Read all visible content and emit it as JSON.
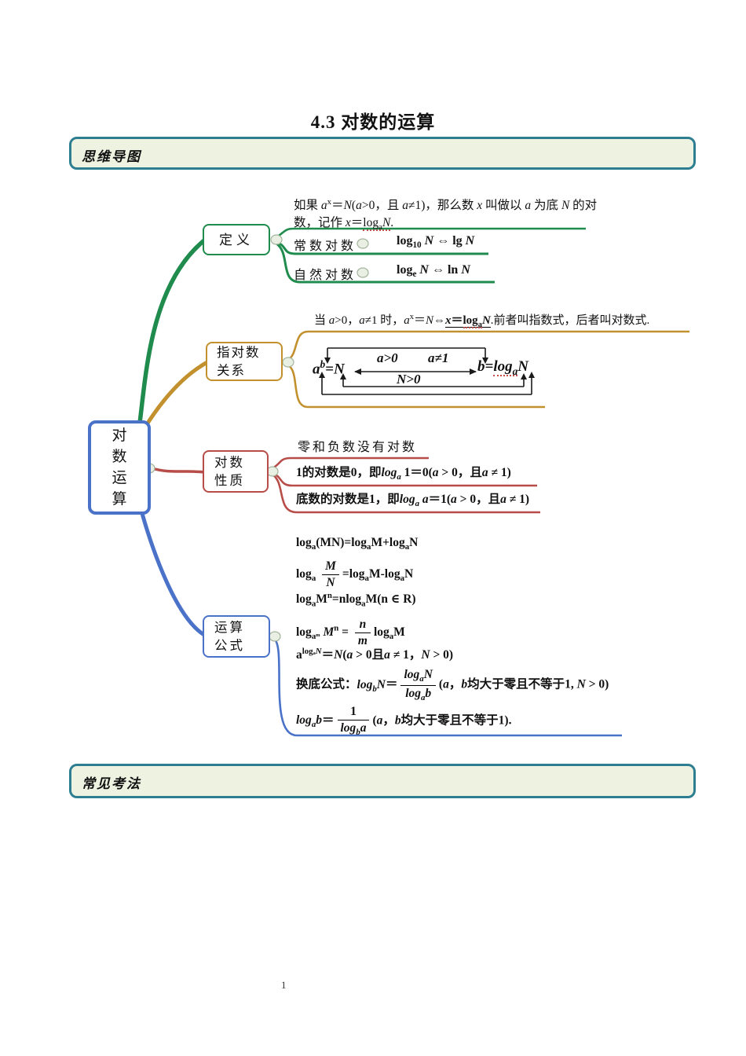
{
  "page": {
    "title": "4.3 对数的运算",
    "page_number": "1"
  },
  "sections": {
    "mindmap_header": "思维导图",
    "common_methods_header": "常见考法"
  },
  "colors": {
    "definition_branch": "#1f8b4d",
    "exp_log_branch": "#c2912e",
    "properties_branch": "#b74c48",
    "formulas_branch": "#4a72c8",
    "root_border": "#4a72c8",
    "section_border": "#2e7e92",
    "section_background": "#eef2e1"
  },
  "mindmap": {
    "root_label": "对数运算",
    "branches": {
      "definition": {
        "label": "定义",
        "intro_html": "如果 <i>a</i><sup>x</sup>＝<i>N</i>(<i>a</i>>0，且 <i>a</i>≠1)，那么数 <i>x</i> 叫做以 <i>a</i> 为底 <i>N</i> 的对数，记作 <i>x</i>＝<span class='du'>log<sub>a</sub><i>N</i></span>.",
        "items": [
          {
            "label": "常数对数",
            "formula_html": "log<sub>10</sub> <i>N</i> ⇔ lg <i>N</i>"
          },
          {
            "label": "自然对数",
            "formula_html": "log<sub>e</sub> <i>N</i> ⇔ ln <i>N</i>"
          }
        ]
      },
      "exp_log_relation": {
        "label": "指对数关系",
        "intro_html": "当 <i>a</i>>0，<i>a</i>≠1 时，<i>a</i><sup>x</sup>＝<i>N</i>⇔<span class='su'><i>x</i>＝<span class='du2'>log<sub>a</sub></span><i>N</i></span>.前者叫指数式，后者叫对数式.",
        "diagram": {
          "left_html": "a<sup>b</sup>=N",
          "right_html": "b=<span class='du'>log<sub>a</sub></span>N",
          "top_labels": [
            "a>0",
            "a≠1"
          ],
          "bottom_label": "N>0"
        }
      },
      "properties": {
        "label": "对数性质",
        "items_html": [
          "零和负数没有对数",
          "1的对数是0，即<i>log<sub>a</sub></i> 1＝0(<i>a</i> > 0，且<i>a</i> ≠ 1)",
          "底数的对数是1，即<i>log<sub>a</sub></i> <i>a</i>＝1(<i>a</i> > 0，且<i>a</i> ≠ 1)"
        ]
      },
      "formulas": {
        "label": "运算公式",
        "items_html": [
          "log<sub>a</sub>(MN)=log<sub>a</sub>M+log<sub>a</sub>N",
          "log<sub>a</sub> <span class='fr'><span class='nu'><i>M</i></span><span class='de'><i>N</i></span></span>=log<sub>a</sub>M-log<sub>a</sub>N",
          "log<sub>a</sub>M<sup>n</sup>=nlog<sub>a</sub>M(n ∈ R)",
          "log<sub>aᵐ</sub> <i>M</i><sup>n</sup> = <span class='fr'><span class='nu'><i>n</i></span><span class='de'><i>m</i></span></span>log<sub>a</sub>M",
          "a<sup>logₐ<i>N</i></sup>＝<i>N</i>(<i>a</i> > 0且<i>a</i> ≠ 1，<i>N</i> > 0)",
          "换底公式：<i>log<sub>b</sub>N</i>＝<span class='fr'><span class='nu'><i>log<sub>a</sub>N</i></span><span class='de'><i>log<sub>a</sub>b</i></span></span>(<i>a</i>，<i>b</i>均大于零且不等于1, <i>N</i> > 0)",
          "<i>log<sub>a</sub>b</i>＝<span class='fr'><span class='nu'>1</span><span class='de'><i>log<sub>b</sub>a</i></span></span>(<i>a</i>，<i>b</i>均大于零且不等于1)."
        ]
      }
    }
  }
}
